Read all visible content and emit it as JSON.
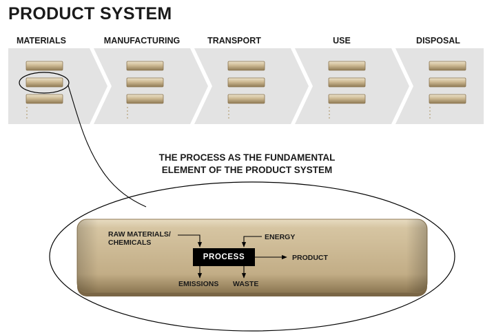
{
  "title": "PRODUCT SYSTEM",
  "stages": [
    {
      "label": "MATERIALS"
    },
    {
      "label": "MANUFACTURING"
    },
    {
      "label": "TRANSPORT"
    },
    {
      "label": "USE"
    },
    {
      "label": "DISPOSAL"
    }
  ],
  "subtitle": {
    "line1": "THE PROCESS AS THE FUNDAMENTAL",
    "line2": "ELEMENT OF THE PRODUCT SYSTEM"
  },
  "process_box": {
    "process": "PROCESS",
    "raw_materials_line1": "RAW MATERIALS/",
    "raw_materials_line2": "CHEMICALS",
    "energy": "ENERGY",
    "product": "PRODUCT",
    "emissions": "EMISSIONS",
    "waste": "WASTE"
  },
  "colors": {
    "chevron": "#e3e3e3",
    "process_gold": "#c4b08a",
    "process_black": "#000000"
  }
}
